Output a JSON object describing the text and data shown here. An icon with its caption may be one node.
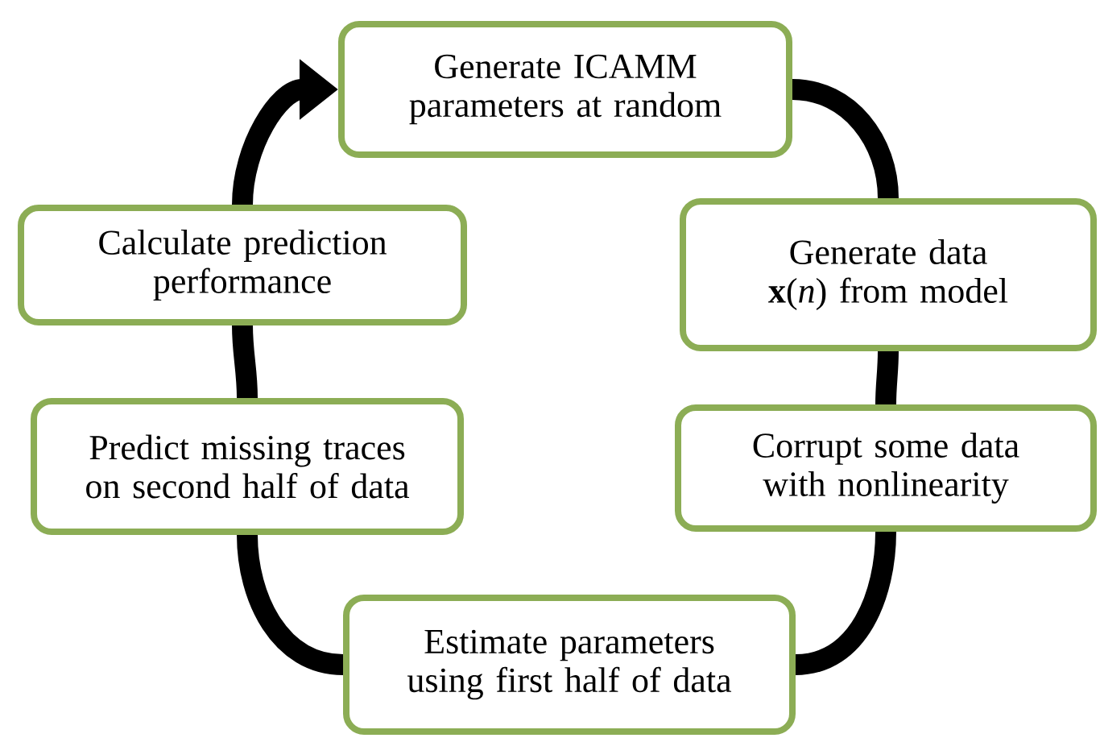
{
  "diagram": {
    "nodes": [
      {
        "text": [
          "Generate ICAMM parameters at random"
        ]
      },
      {
        "text": [
          "Generate data **x**(*n*) from model"
        ]
      },
      {
        "text": [
          "Corrupt some data with nonlinearity"
        ]
      },
      {
        "text": [
          "Estimate parameters using first half of data"
        ]
      },
      {
        "text": [
          "Predict missing traces on second half of data"
        ]
      },
      {
        "text": [
          "Calculate prediction performance"
        ]
      }
    ],
    "edges": [
      {
        "from": 0,
        "to": 1,
        "arrow": "none"
      },
      {
        "from": 1,
        "to": 2,
        "arrow": "none"
      },
      {
        "from": 2,
        "to": 3,
        "arrow": "none"
      },
      {
        "from": 3,
        "to": 4,
        "arrow": "none"
      },
      {
        "from": 4,
        "to": 5,
        "arrow": "none"
      },
      {
        "from": 5,
        "to": 0,
        "arrow": "to"
      }
    ]
  }
}
